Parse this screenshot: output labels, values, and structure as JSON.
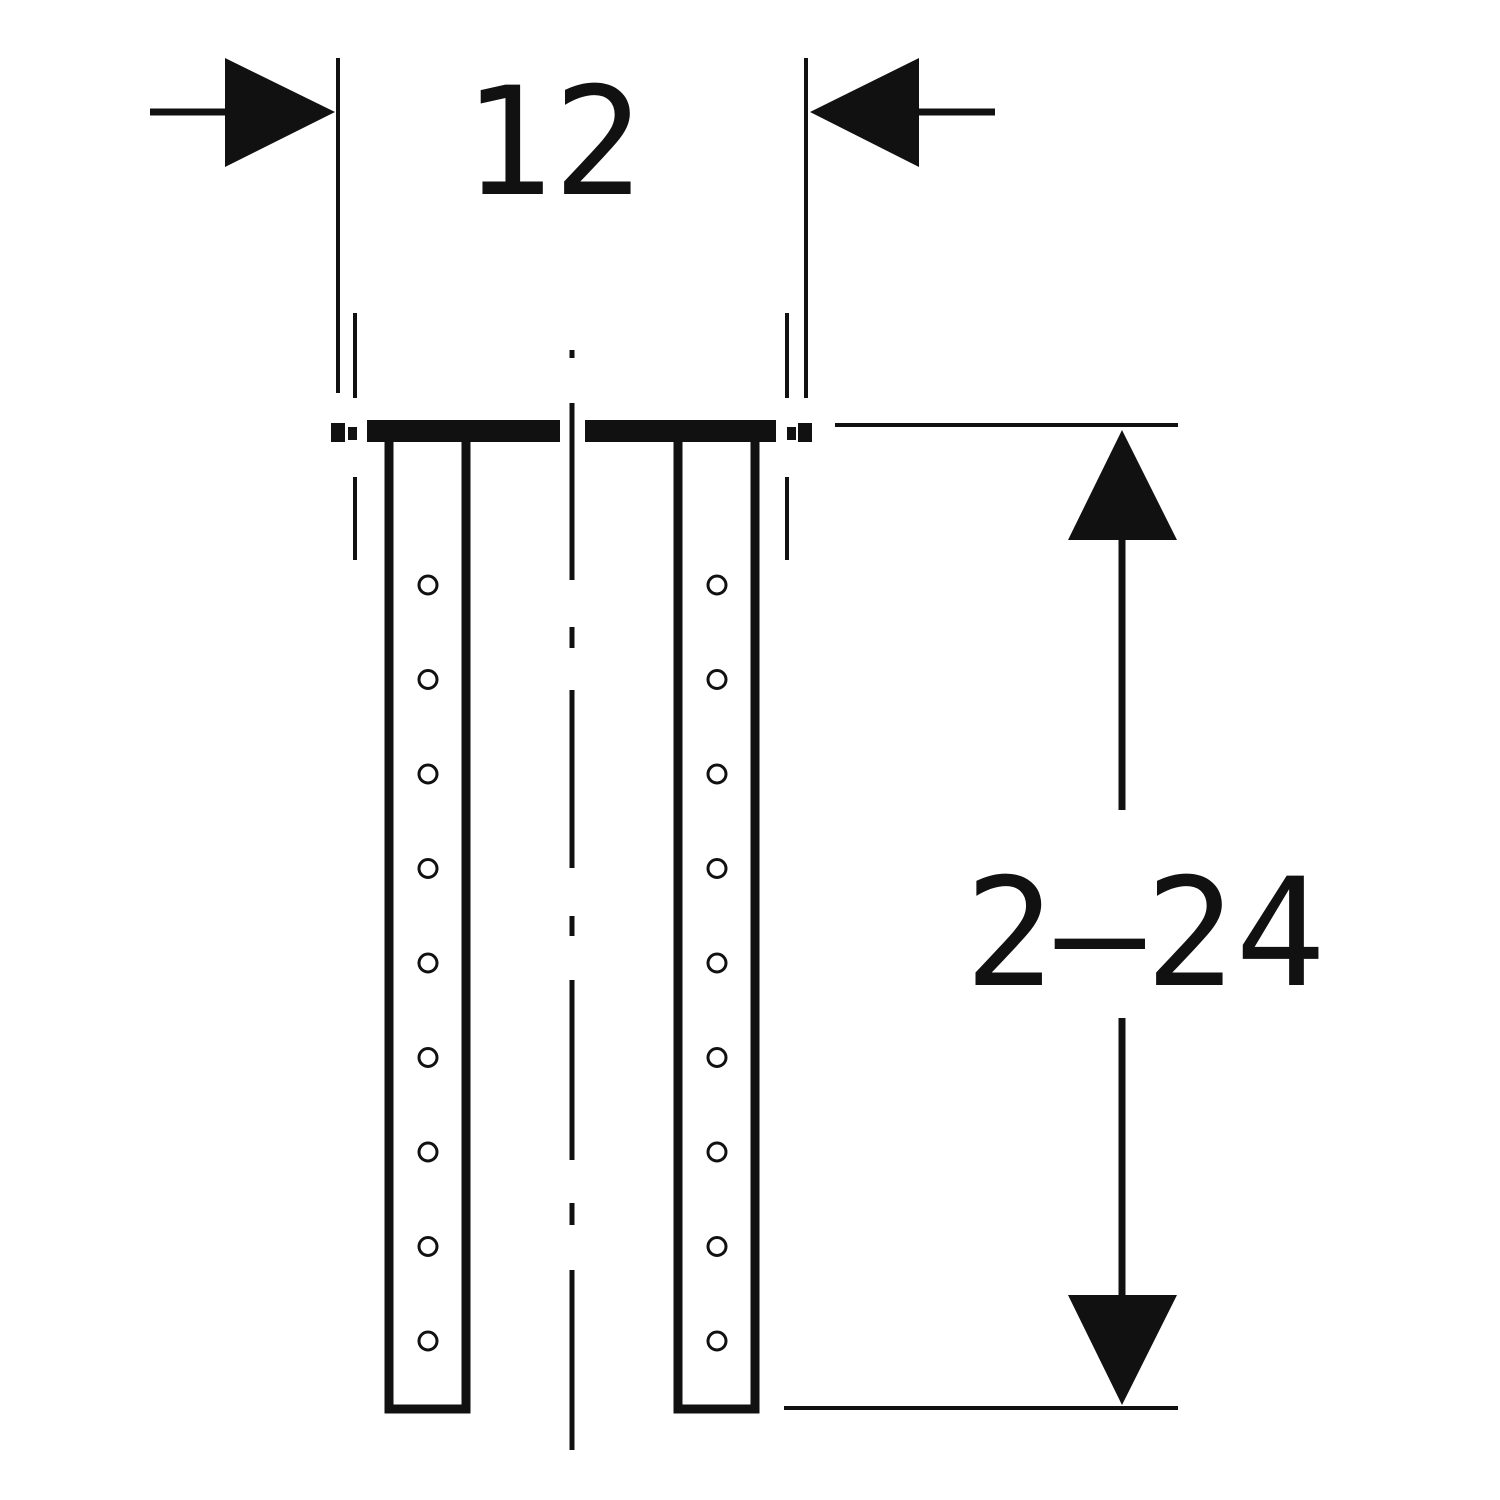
{
  "drawing": {
    "width_dimension": "12",
    "height_dimension": "2–24",
    "holes_per_strip": 9,
    "line_color": "#111111",
    "background_color": "#ffffff"
  }
}
